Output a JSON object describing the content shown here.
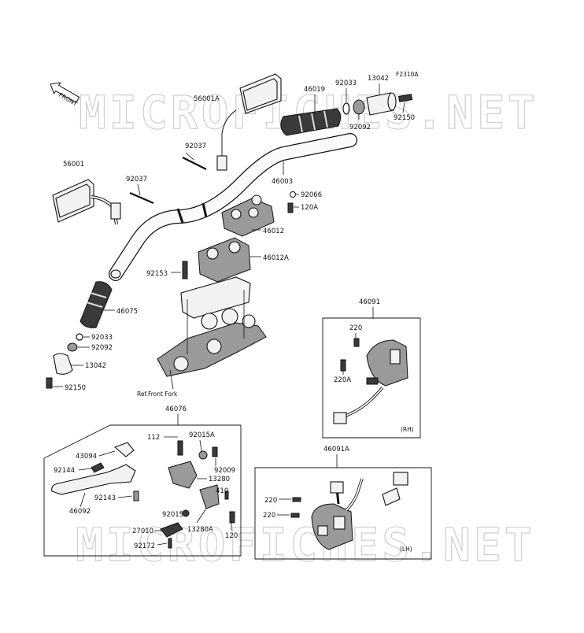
{
  "diagram": {
    "figure_code": "F2310A",
    "front_label": "FRONT",
    "ref_label": "Ref.Front Fork",
    "rh_label": "(RH)",
    "lh_label": "(LH)",
    "watermark_top": "MICROFICHES.NET",
    "watermark_bottom": "MICROFICHES.NET",
    "callouts": {
      "c56001A": "56001A",
      "c46019": "46019",
      "c92033a": "92033",
      "c13042a": "13042",
      "c92092a": "92092",
      "c92150a": "92150",
      "c92037a": "92037",
      "c46003": "46003",
      "c56001": "56001",
      "c92037b": "92037",
      "c92066": "92066",
      "c120A": "120A",
      "c46012": "46012",
      "c46012A": "46012A",
      "c92153": "92153",
      "c46075": "46075",
      "c92033b": "92033",
      "c92092b": "92092",
      "c13042b": "13042",
      "c92150b": "92150",
      "c46091": "46091",
      "c220a": "220",
      "c220A": "220A",
      "c46076": "46076",
      "c112": "112",
      "c92015A": "92015A",
      "c43094": "43094",
      "c92009": "92009",
      "c92144": "92144",
      "c13280": "13280",
      "c410": "410",
      "c92143": "92143",
      "c92015": "92015",
      "c46092": "46092",
      "c120": "120",
      "c27010": "27010",
      "c13280A": "13280A",
      "c92172": "92172",
      "c46091A": "46091A",
      "c220b": "220",
      "c220c": "220"
    }
  }
}
